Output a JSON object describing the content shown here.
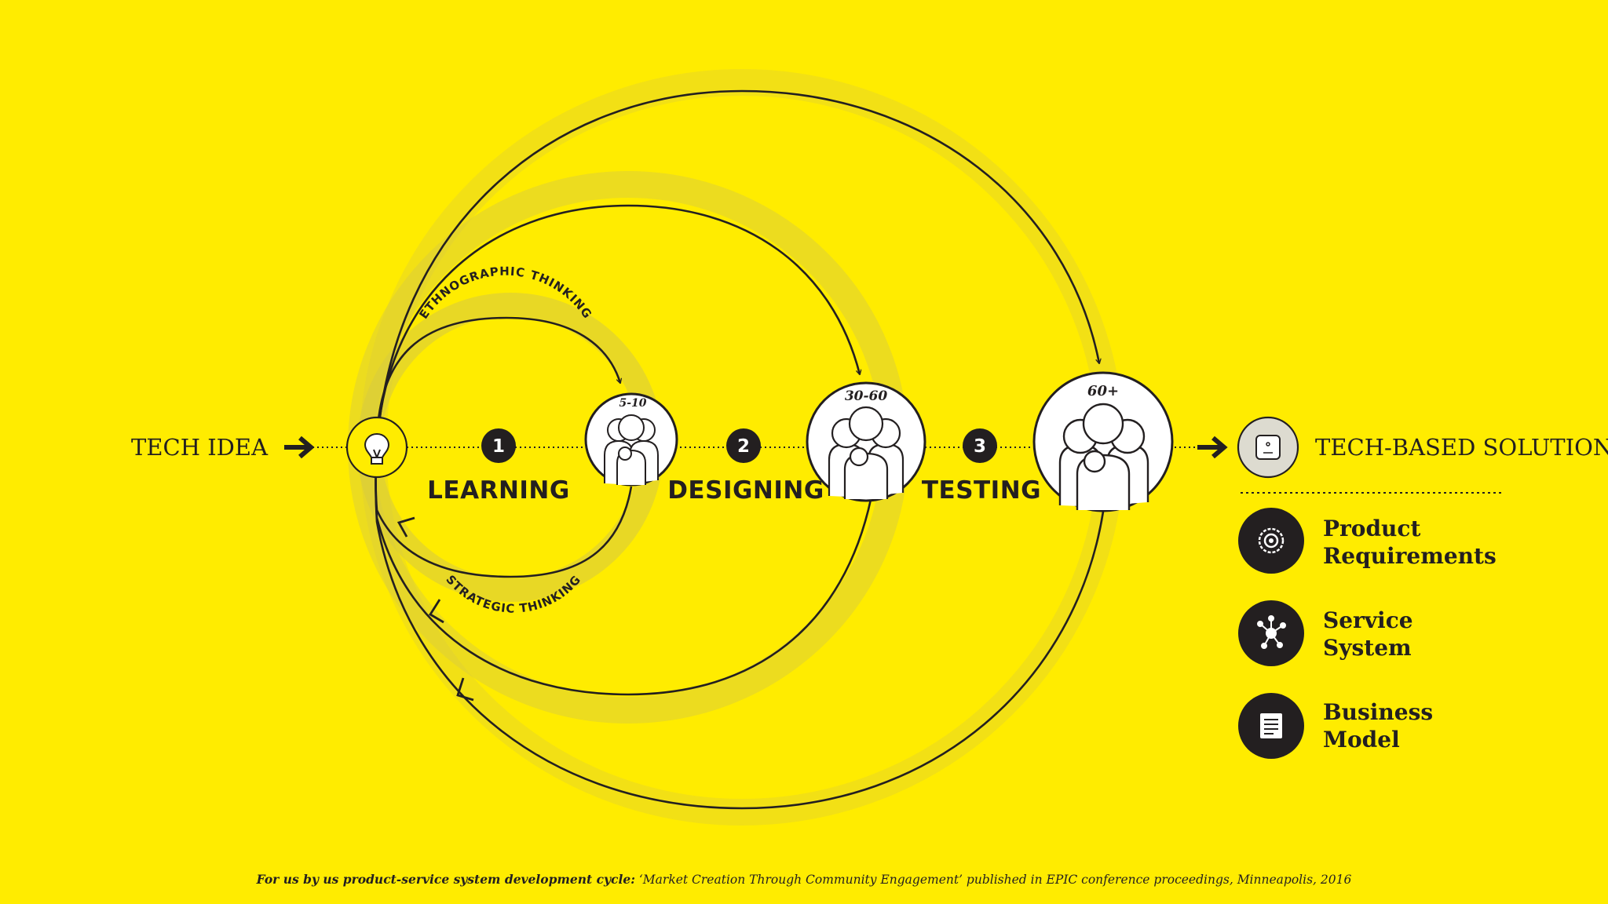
{
  "input_label": "TECH IDEA",
  "output_label": "TECH-BASED SOLUTION",
  "phases": [
    {
      "number": "1",
      "label": "LEARNING",
      "participants": "5-10"
    },
    {
      "number": "2",
      "label": "DESIGNING",
      "participants": "30-60"
    },
    {
      "number": "3",
      "label": "TESTING",
      "participants": "60+"
    }
  ],
  "arc_labels": {
    "top": "ETHNOGRAPHIC THINKING",
    "bottom": "STRATEGIC THINKING"
  },
  "outcomes": [
    {
      "line1": "Product",
      "line2": "Requirements",
      "icon": "target-icon"
    },
    {
      "line1": "Service",
      "line2": "System",
      "icon": "network-icon"
    },
    {
      "line1": "Business",
      "line2": "Model",
      "icon": "document-icon"
    }
  ],
  "caption": {
    "bold": "For us by us product-service system development cycle:",
    "rest": " ‘Market Creation Through Community Engagement’ published in EPIC conference proceedings, Minneapolis, 2016"
  },
  "colors": {
    "background": "#FFEC00",
    "ink": "#231F20",
    "halo": "#E3D547"
  }
}
